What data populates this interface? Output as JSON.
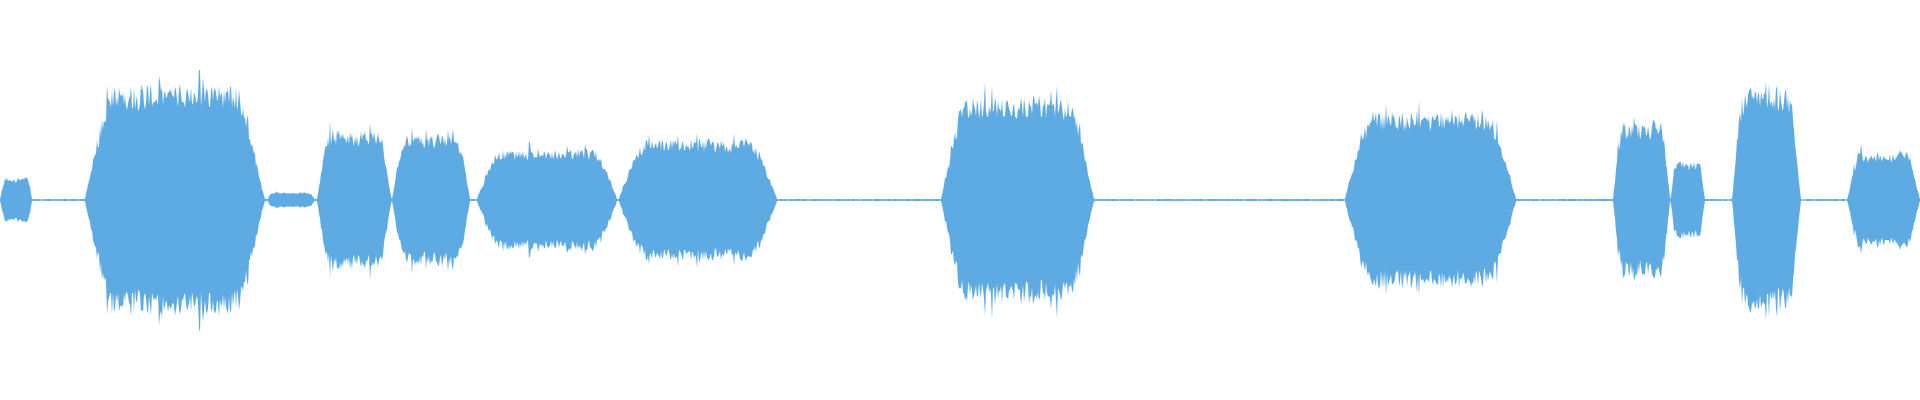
{
  "waveform": {
    "color": "#5dabe2",
    "background": "#ffffff",
    "baseline_level": 0.008,
    "segments": [
      {
        "start": 0.0,
        "end": 0.017,
        "level": 0.18
      },
      {
        "start": 0.044,
        "end": 0.138,
        "level": 0.92
      },
      {
        "start": 0.138,
        "end": 0.165,
        "level": 0.06
      },
      {
        "start": 0.165,
        "end": 0.204,
        "level": 0.55
      },
      {
        "start": 0.204,
        "end": 0.245,
        "level": 0.52
      },
      {
        "start": 0.248,
        "end": 0.322,
        "level": 0.4
      },
      {
        "start": 0.322,
        "end": 0.405,
        "level": 0.48
      },
      {
        "start": 0.49,
        "end": 0.57,
        "level": 0.82
      },
      {
        "start": 0.7,
        "end": 0.79,
        "level": 0.7
      },
      {
        "start": 0.84,
        "end": 0.87,
        "level": 0.62
      },
      {
        "start": 0.87,
        "end": 0.888,
        "level": 0.3
      },
      {
        "start": 0.902,
        "end": 0.938,
        "level": 0.88
      },
      {
        "start": 0.962,
        "end": 1.0,
        "level": 0.38
      }
    ]
  }
}
